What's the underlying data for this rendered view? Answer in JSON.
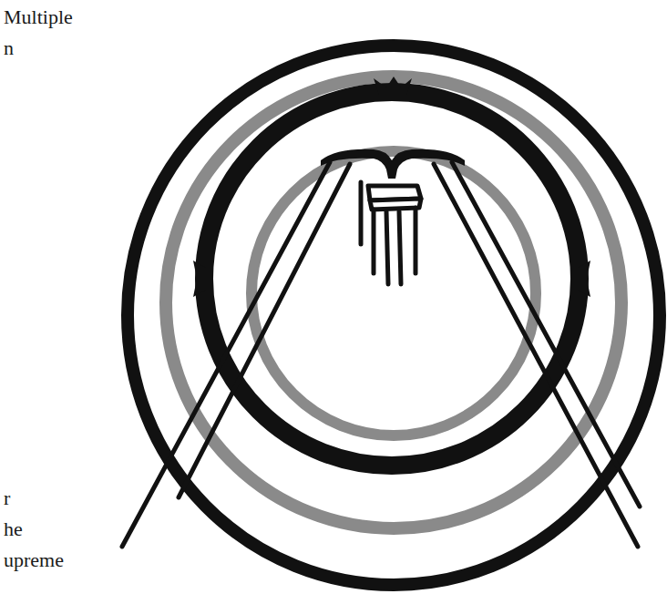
{
  "diagram": {
    "labels": [
      "Multiple",
      "n",
      "r",
      "he",
      "upreme"
    ]
  }
}
